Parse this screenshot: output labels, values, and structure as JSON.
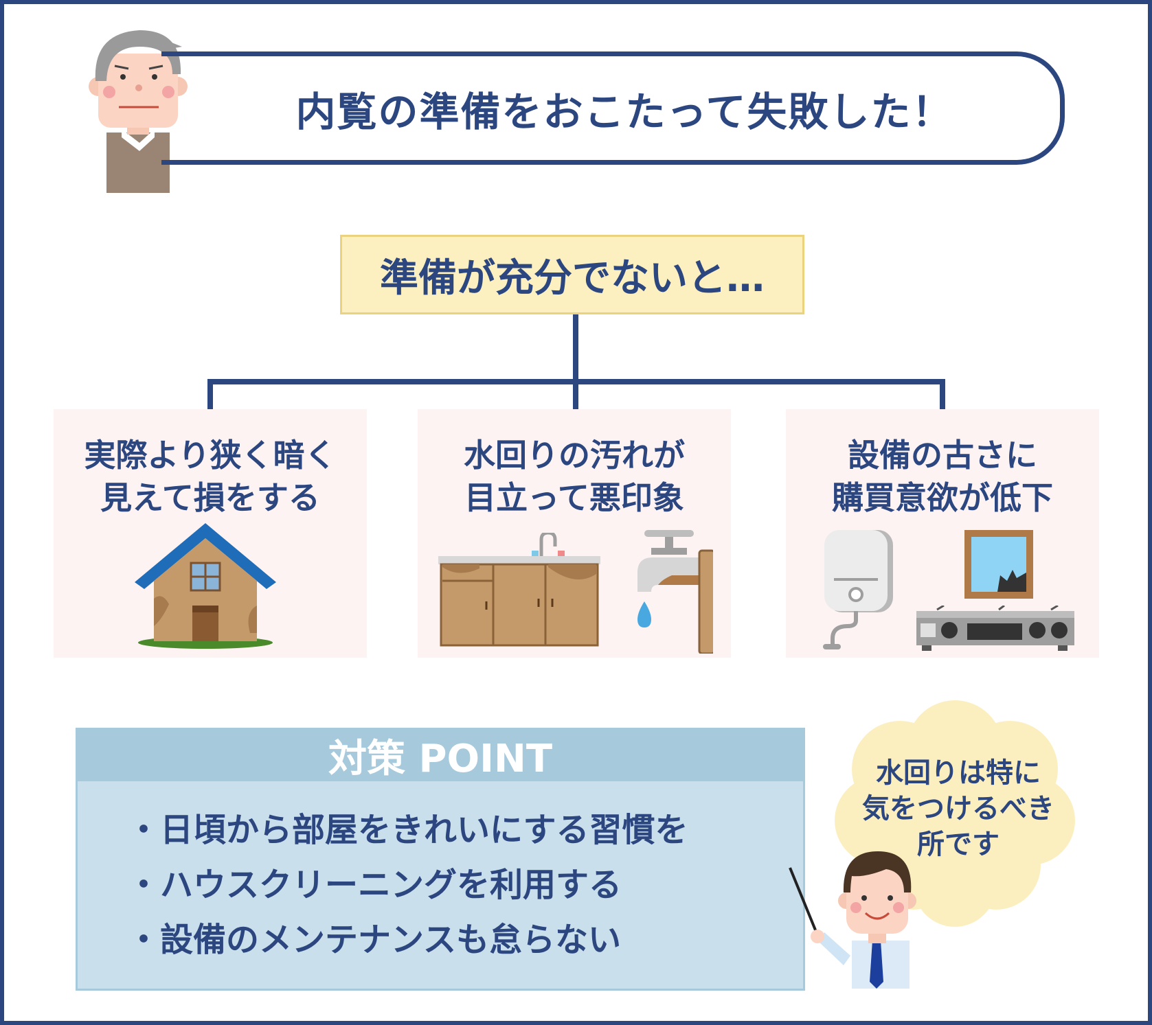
{
  "title": "内覧の準備をおこたって失敗した！",
  "lead": "準備が充分でないと…",
  "cards": [
    {
      "line1": "実際より狭く暗く",
      "line2": "見えて損をする"
    },
    {
      "line1": "水回りの汚れが",
      "line2": "目立って悪印象"
    },
    {
      "line1": "設備の古さに",
      "line2": "購買意欲が低下"
    }
  ],
  "point": {
    "title": "対策 POINT",
    "items": [
      "・日頃から部屋をきれいにする習慣を",
      "・ハウスクリーニングを利用する",
      "・設備のメンテナンスも怠らない"
    ]
  },
  "bubble": {
    "line1": "水回りは特に",
    "line2": "気をつけるべき",
    "line3": "所です"
  },
  "colors": {
    "navy": "#2c4680",
    "lead_fill": "#fcf0c0",
    "card_fill": "#fdf3f3",
    "point_fill": "#c9dfec",
    "point_header": "#a7c9dc",
    "bubble_fill": "#fcefbf"
  }
}
